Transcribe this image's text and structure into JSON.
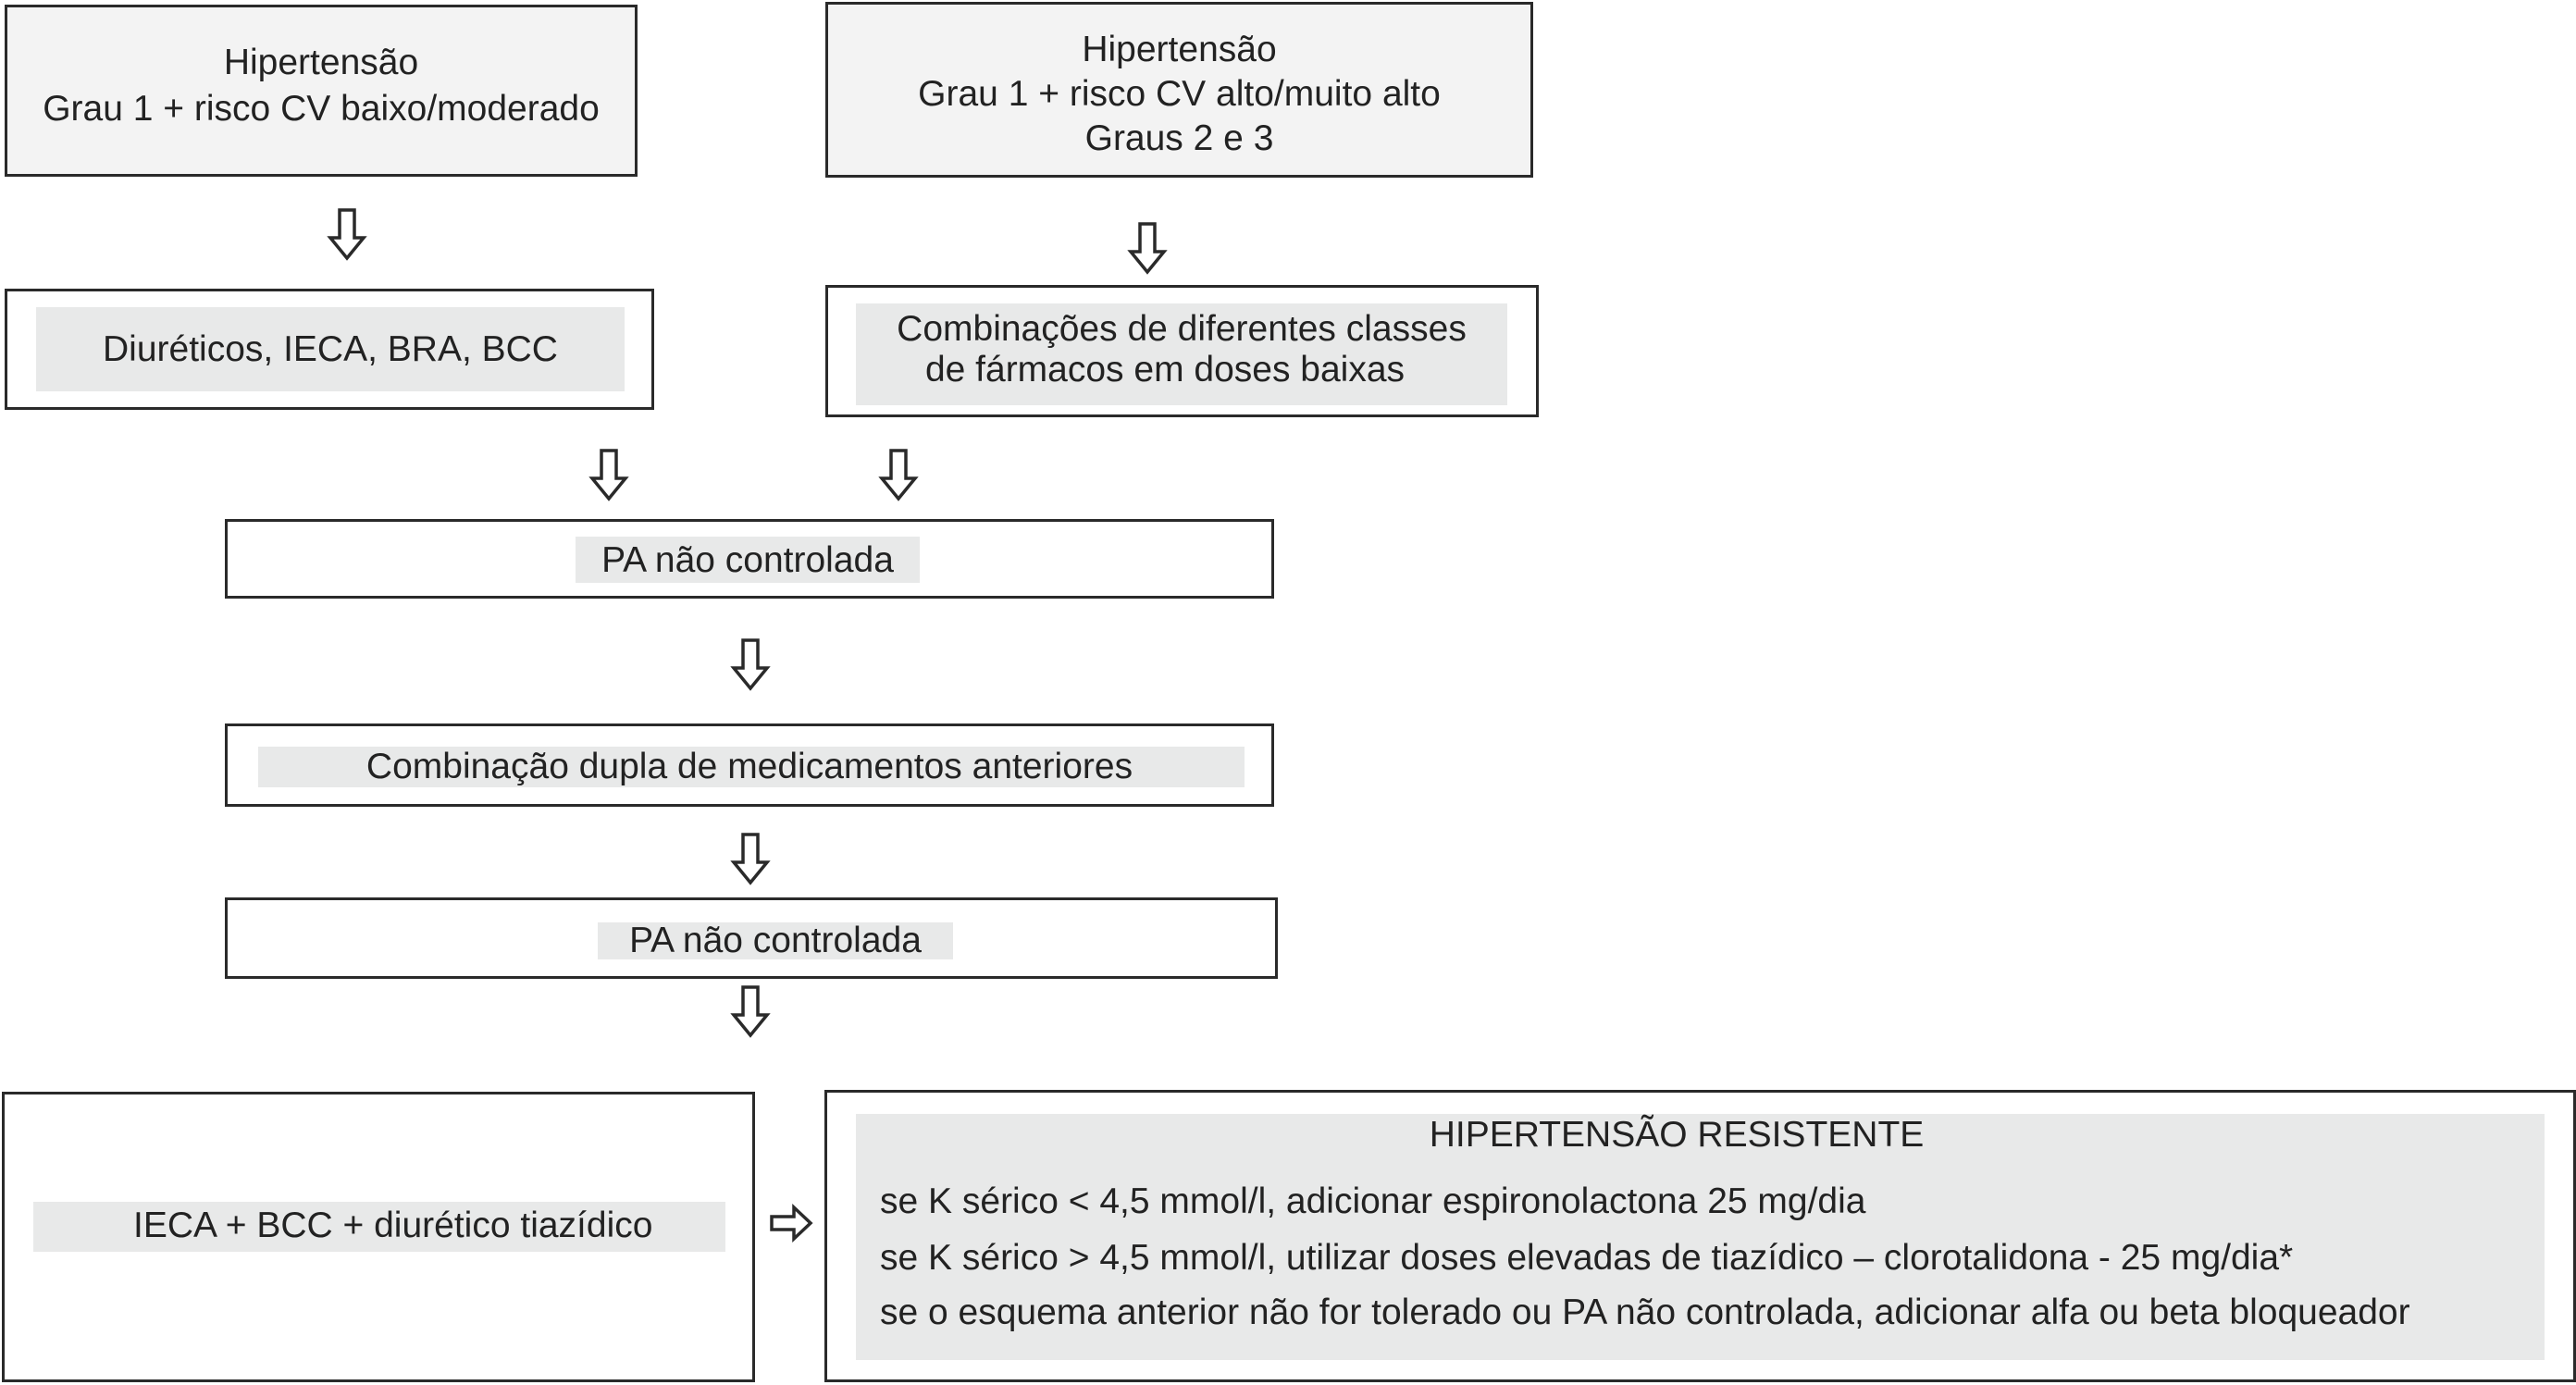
{
  "top_left": {
    "line1": "Hipertensão",
    "line2": "Grau 1 + risco CV baixo/moderado"
  },
  "top_right": {
    "line1": "Hipertensão",
    "line2": "Grau 1 + risco CV alto/muito alto",
    "line3": "Graus 2 e 3"
  },
  "monotherapy": {
    "label": "Diuréticos, IECA, BRA, BCC"
  },
  "low_dose_combo": {
    "line1": "Combinações de diferentes classes",
    "line2": "de fármacos em doses baixas"
  },
  "uncontrolled_1": {
    "label": "PA não controlada"
  },
  "dual_combo": {
    "label": "Combinação dupla de medicamentos anteriores"
  },
  "uncontrolled_2": {
    "label": "PA não controlada"
  },
  "triple_therapy": {
    "label": "IECA + BCC + diurético tiazídico"
  },
  "resistant": {
    "title": "HIPERTENSÃO RESISTENTE",
    "line1": "se K sérico < 4,5 mmol/l, adicionar espironolactona 25 mg/dia",
    "line2": "se K sérico > 4,5 mmol/l, utilizar doses elevadas de tiazídico – clorotalidona - 25 mg/dia*",
    "line3": "se o esquema anterior não for tolerado ou PA não controlada, adicionar alfa ou beta bloqueador"
  },
  "colors": {
    "border": "#2a2a2a",
    "highlight_band": "#e8e9e9",
    "top_box_fill": "#f3f3f3"
  },
  "icons": {
    "flow_arrow": "hollow-down-arrow",
    "side_arrow": "hollow-right-arrow"
  }
}
